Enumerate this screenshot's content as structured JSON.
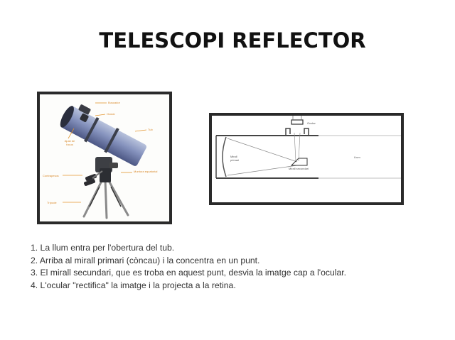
{
  "slide": {
    "title": "TELESCOPI REFLECTOR"
  },
  "telescope_photo": {
    "labels": {
      "finder": "Buscador",
      "eyepiece": "Ocular",
      "tube": "Tub",
      "focus": "Ajust de focus",
      "counterweights": "Contrapesos",
      "mount": "Muntura equatorial",
      "tripod": "Trípode"
    },
    "colors": {
      "tube": "#7f8fb8",
      "label": "#d9892a",
      "frame": "#2a2a2a"
    }
  },
  "diagram": {
    "labels": {
      "primary_mirror": "Mirall primari",
      "eyepiece": "Ocular",
      "secondary_mirror": "Mirall secundari",
      "light": "Llum"
    }
  },
  "steps": [
    "1. La llum entra per l'obertura del tub.",
    "2. Arriba al mirall primari (còncau) i la concentra en un punt.",
    "3. El mirall secundari, que es troba en aquest punt, desvia la imatge cap a l'ocular.",
    "4. L'ocular \"rectifica\" la imatge i la projecta a la retina."
  ]
}
